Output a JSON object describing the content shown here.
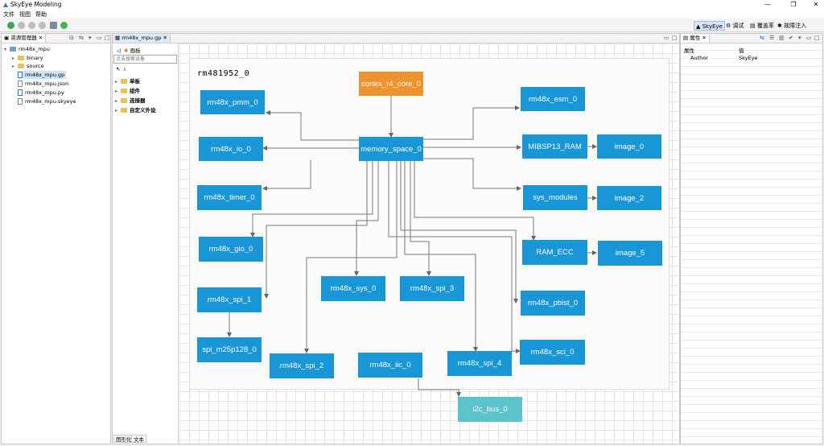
{
  "app": {
    "title": "SkyEye Modeling"
  },
  "menu": [
    "文件",
    "视图",
    "帮助"
  ],
  "perspectives": [
    "SkyEye",
    "调试",
    "覆盖率",
    "故障注入"
  ],
  "explorer": {
    "tab": "资源管理器",
    "items": [
      {
        "label": "rm48x_mpu",
        "kind": "project"
      },
      {
        "label": "binary",
        "kind": "folder"
      },
      {
        "label": "source",
        "kind": "folder"
      },
      {
        "label": "rm48x_mpu.gp",
        "kind": "file"
      },
      {
        "label": "rm48x_mpu.json",
        "kind": "file"
      },
      {
        "label": "rm48x_mpu.py",
        "kind": "file"
      },
      {
        "label": "rm48x_mpu.skyeye",
        "kind": "file"
      }
    ]
  },
  "editor": {
    "tab": "rm48x_mpu.gp",
    "palette": {
      "header": "画板",
      "search_placeholder": "点击搜索设备",
      "groups": [
        "单板",
        "组件",
        "连接器",
        "自定义外设"
      ]
    },
    "bottom_tabs": [
      "图形化",
      "文本"
    ]
  },
  "diagram": {
    "board_name": "rm481952_0",
    "nodes": {
      "cortex": "cortex_r4_core_0",
      "mem": "memory_space_0",
      "pmm": "rm48x_pmm_0",
      "esm": "rm48x_esm_0",
      "io": "rm48x_io_0",
      "mibsp": "MIBSP13_RAM",
      "image0": "image_0",
      "timer": "rm48x_timer_0",
      "sysmod": "sys_modules",
      "image2": "image_2",
      "gio": "rm48x_gio_0",
      "ramecc": "RAM_ECC",
      "image5": "image_5",
      "sys": "rm48x_sys_0",
      "spi3": "rm48x_spi_3",
      "spi1": "rm48x_spi_1",
      "pbist": "rm48x_pbist_0",
      "m25p": "spi_m25p128_0",
      "spi2": "rm48x_spi_2",
      "iic": "rm48x_iic_0",
      "spi4": "rm48x_spi_4",
      "sci": "rm48x_sci_0",
      "i2c": "i2c_bus_0"
    }
  },
  "properties": {
    "tab": "属性",
    "columns": [
      "属性",
      "值"
    ],
    "rows": [
      {
        "key": "Author",
        "value": "SkyEye"
      }
    ]
  }
}
